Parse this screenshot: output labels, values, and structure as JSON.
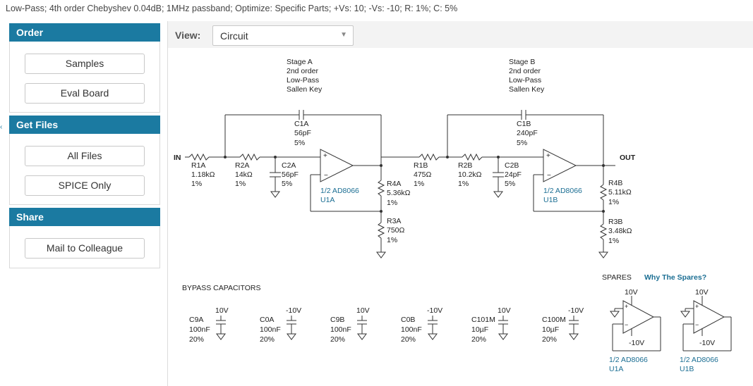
{
  "header": {
    "summary": "Low-Pass; 4th order Chebyshev 0.04dB; 1MHz passband; Optimize: Specific Parts; +Vs: 10; -Vs: -10; R: 1%; C: 5%"
  },
  "sidebar": {
    "order": {
      "title": "Order",
      "buttons": [
        "Samples",
        "Eval Board"
      ]
    },
    "files": {
      "title": "Get Files",
      "buttons": [
        "All Files",
        "SPICE Only"
      ]
    },
    "share": {
      "title": "Share",
      "buttons": [
        "Mail to Colleague"
      ]
    }
  },
  "view": {
    "label": "View:",
    "selected": "Circuit"
  },
  "schematic": {
    "stage_a": {
      "l1": "Stage A",
      "l2": "2nd order",
      "l3": "Low-Pass",
      "l4": "Sallen Key"
    },
    "stage_b": {
      "l1": "Stage B",
      "l2": "2nd order",
      "l3": "Low-Pass",
      "l4": "Sallen Key"
    },
    "in_label": "IN",
    "out_label": "OUT",
    "r1a": {
      "name": "R1A",
      "value": "1.18kΩ",
      "tol": "1%"
    },
    "r2a": {
      "name": "R2A",
      "value": "14kΩ",
      "tol": "1%"
    },
    "c1a": {
      "name": "C1A",
      "value": "56pF",
      "tol": "5%"
    },
    "c2a": {
      "name": "C2A",
      "value": "56pF",
      "tol": "5%"
    },
    "r4a": {
      "name": "R4A",
      "value": "5.36kΩ",
      "tol": "1%"
    },
    "r3a": {
      "name": "R3A",
      "value": "750Ω",
      "tol": "1%"
    },
    "u1a": {
      "part": "1/2 AD8066",
      "ref": "U1A"
    },
    "r1b": {
      "name": "R1B",
      "value": "475Ω",
      "tol": "1%"
    },
    "r2b": {
      "name": "R2B",
      "value": "10.2kΩ",
      "tol": "1%"
    },
    "c1b": {
      "name": "C1B",
      "value": "240pF",
      "tol": "5%"
    },
    "c2b": {
      "name": "C2B",
      "value": "24pF",
      "tol": "5%"
    },
    "r4b": {
      "name": "R4B",
      "value": "5.11kΩ",
      "tol": "1%"
    },
    "r3b": {
      "name": "R3B",
      "value": "3.48kΩ",
      "tol": "1%"
    },
    "u1b": {
      "part": "1/2 AD8066",
      "ref": "U1B"
    },
    "bypass_title": "BYPASS CAPACITORS",
    "bypass": [
      {
        "name": "C9A",
        "value": "100nF",
        "tol": "20%",
        "rail": "10V"
      },
      {
        "name": "C0A",
        "value": "100nF",
        "tol": "20%",
        "rail": "-10V"
      },
      {
        "name": "C9B",
        "value": "100nF",
        "tol": "20%",
        "rail": "10V"
      },
      {
        "name": "C0B",
        "value": "100nF",
        "tol": "20%",
        "rail": "-10V"
      },
      {
        "name": "C101M",
        "value": "10µF",
        "tol": "20%",
        "rail": "10V"
      },
      {
        "name": "C100M",
        "value": "10µF",
        "tol": "20%",
        "rail": "-10V"
      }
    ],
    "spares": {
      "title": "SPARES",
      "link": "Why The Spares?",
      "units": [
        {
          "vpos": "10V",
          "vneg": "-10V",
          "part": "1/2 AD8066",
          "ref": "U1A"
        },
        {
          "vpos": "10V",
          "vneg": "-10V",
          "part": "1/2 AD8066",
          "ref": "U1B"
        }
      ]
    }
  }
}
